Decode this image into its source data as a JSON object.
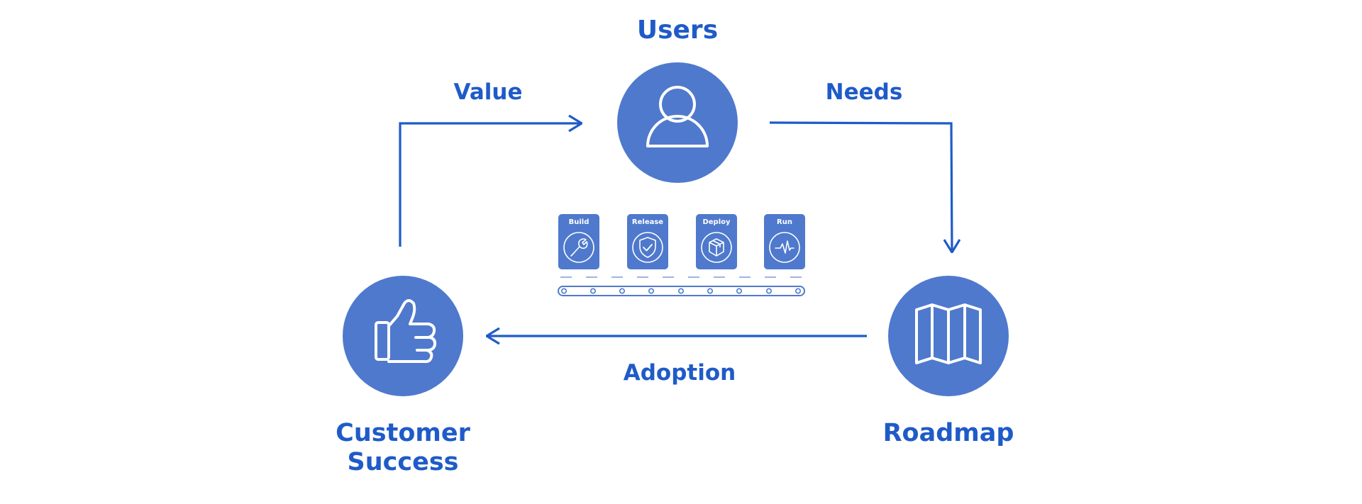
{
  "nodes": {
    "users": {
      "label_lines": [
        "Users"
      ],
      "icon": "user-icon"
    },
    "roadmap": {
      "label_lines": [
        "Roadmap"
      ],
      "icon": "map-icon"
    },
    "customer_success": {
      "label_lines": [
        "Customer",
        "Success"
      ],
      "icon": "thumbs-up-icon"
    }
  },
  "edges": {
    "needs": {
      "label": "Needs",
      "from": "users",
      "to": "roadmap"
    },
    "adoption": {
      "label": "Adoption",
      "from": "roadmap",
      "to": "customer_success"
    },
    "value": {
      "label": "Value",
      "from": "customer_success",
      "to": "users"
    }
  },
  "pipeline": {
    "stages": [
      {
        "label": "Build",
        "icon": "wrench-icon"
      },
      {
        "label": "Release",
        "icon": "shield-check-icon"
      },
      {
        "label": "Deploy",
        "icon": "package-icon"
      },
      {
        "label": "Run",
        "icon": "heartbeat-icon"
      }
    ]
  },
  "colors": {
    "circle_fill": "#4f79cd",
    "text_blue": "#1f5bc8",
    "arrow_blue": "#1f5bc8",
    "icon_white": "#ffffff",
    "conveyor_line": "#9fb3e3"
  }
}
